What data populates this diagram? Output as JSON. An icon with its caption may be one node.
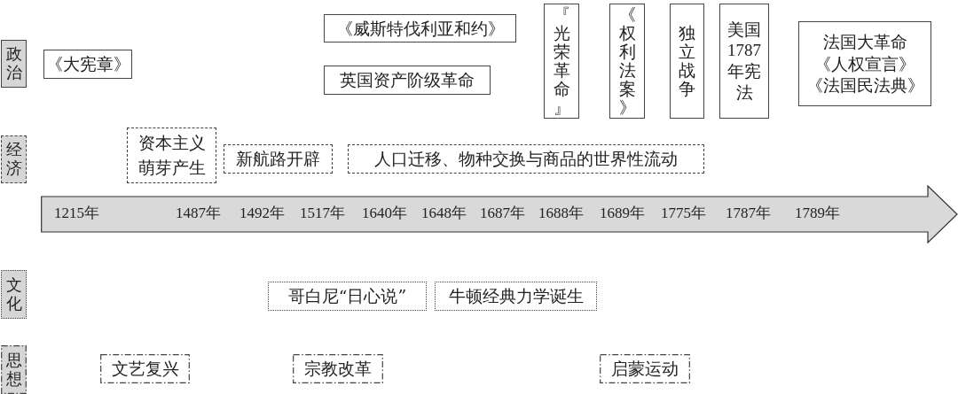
{
  "diagram": {
    "nodes": [
      {
        "text": [
          "政治"
        ]
      },
      {
        "text": [
          "《大宪章》"
        ]
      },
      {
        "text": [
          "《威斯特伐利亚和约》"
        ]
      },
      {
        "text": [
          "英国资产阶级革命"
        ]
      },
      {
        "text": [
          "『光荣革命』"
        ]
      },
      {
        "text": [
          "《权利法案》"
        ]
      },
      {
        "text": [
          "独立战争"
        ]
      },
      {
        "text": [
          "美国1787年宪法"
        ]
      },
      {
        "text": [
          "法国大革命",
          "《人权宣言》",
          "《法国民法典》"
        ]
      },
      {
        "text": [
          "经济"
        ]
      },
      {
        "text": [
          "资本主义萌芽产生"
        ]
      },
      {
        "text": [
          "新航路开辟"
        ]
      },
      {
        "text": [
          "人口迁移、物种交换与商品的世界性流动"
        ]
      },
      {
        "text": [
          "1215年",
          "1487年",
          "1492年",
          "1517年",
          "1640年",
          "1648年",
          "1687年",
          "1688年",
          "1689年",
          "1775年",
          "1787年",
          "1789年"
        ]
      },
      {
        "text": [
          "文化"
        ]
      },
      {
        "text": [
          "哥白尼“日心说”"
        ]
      },
      {
        "text": [
          "牛顿经典力学诞生"
        ]
      },
      {
        "text": [
          "思想"
        ]
      },
      {
        "text": [
          "文艺复兴"
        ]
      },
      {
        "text": [
          "宗教改革"
        ]
      },
      {
        "text": [
          "启蒙运动"
        ]
      }
    ]
  }
}
